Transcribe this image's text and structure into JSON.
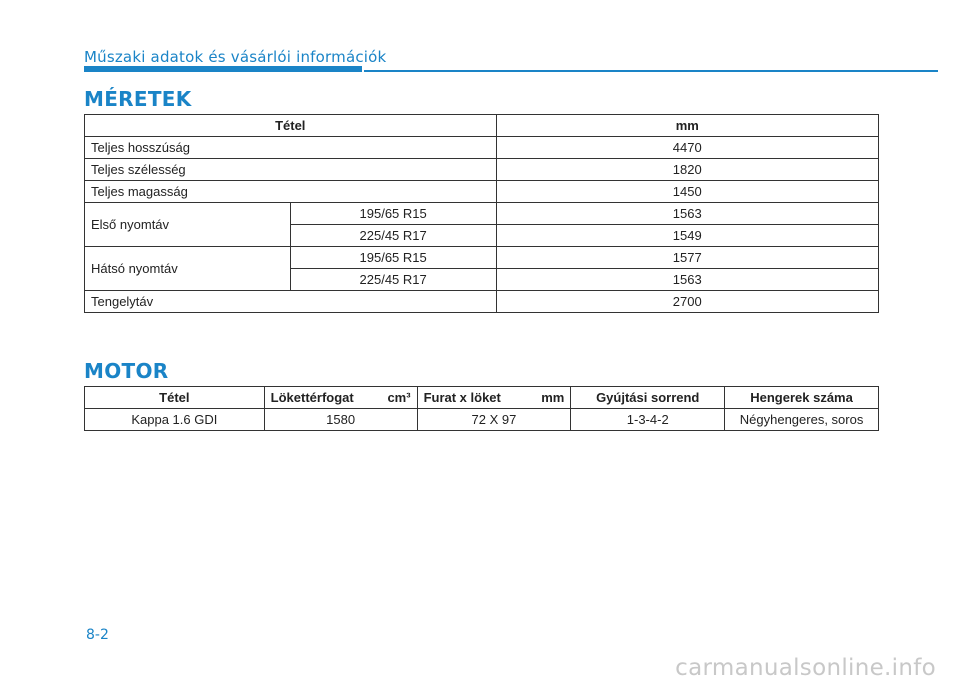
{
  "header": {
    "title": "Műszaki adatok és vásárlói információk"
  },
  "dimensions": {
    "title": "MÉRETEK",
    "col_item": "Tétel",
    "col_mm": "mm",
    "rows": {
      "length": {
        "label": "Teljes hosszúság",
        "value": "4470"
      },
      "width": {
        "label": "Teljes szélesség",
        "value": "1820"
      },
      "height": {
        "label": "Teljes magasság",
        "value": "1450"
      },
      "front_track": {
        "label": "Első nyomtáv",
        "tire1": "195/65 R15",
        "value1": "1563",
        "tire2": "225/45 R17",
        "value2": "1549"
      },
      "rear_track": {
        "label": "Hátsó nyomtáv",
        "tire1": "195/65 R15",
        "value1": "1577",
        "tire2": "225/45 R17",
        "value2": "1563"
      },
      "wheelbase": {
        "label": "Tengelytáv",
        "value": "2700"
      }
    }
  },
  "motor": {
    "title": "MOTOR",
    "headers": {
      "item": "Tétel",
      "displacement": "Lökettérfogat",
      "displacement_unit": "cm³",
      "bore_stroke": "Furat x löket",
      "bore_stroke_unit": "mm",
      "firing_order": "Gyújtási sorrend",
      "cylinders": "Hengerek száma"
    },
    "row": {
      "item": "Kappa 1.6 GDI",
      "displacement": "1580",
      "bore_stroke": "72 X 97",
      "firing_order": "1-3-4-2",
      "cylinders": "Négyhengeres, soros"
    }
  },
  "footer": {
    "page_number": "8-2",
    "watermark": "carmanualsonline.info"
  }
}
